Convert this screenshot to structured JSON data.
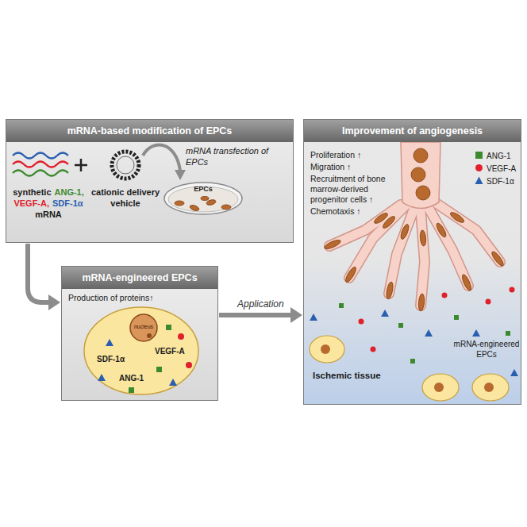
{
  "diagram": {
    "nodes": [
      {
        "text": [
          "mRNA-based modification of EPCs"
        ]
      },
      {
        "text": [
          "EPCs"
        ],
        "in": 0
      },
      {
        "text": [
          "mRNA-engineered EPCs",
          "Production of proteins↑"
        ]
      },
      {
        "text": [
          "nucleus"
        ],
        "in": 2
      },
      {
        "text": [
          "Improvement of angiogenesis",
          "Proliferation ↑",
          "Migration ↑",
          "Recruitment of bone marrow-derived progenitor cells ↑",
          "Chemotaxis ↑"
        ]
      }
    ],
    "edges": [
      {
        "from": 0,
        "to": 2,
        "arrow": "to"
      },
      {
        "from": 2,
        "to": 4,
        "label": "Application",
        "arrow": "to"
      }
    ],
    "labels": [
      "synthetic",
      "ANG-1,",
      "VEGF-A,",
      "SDF-1α",
      "mRNA",
      "cationic delivery vehicle",
      "mRNA transfection of EPCs",
      "SDF-1α",
      "ANG-1",
      "VEGF-A",
      "Ischemic tissue",
      "mRNA-engineered EPCs"
    ],
    "legend": [
      {
        "text": "ANG-1",
        "color": "#3d8a2e"
      },
      {
        "text": "VEGF-A",
        "color": "#e0202a"
      },
      {
        "text": "SDF-1α",
        "color": "#2a5fb0"
      }
    ]
  }
}
